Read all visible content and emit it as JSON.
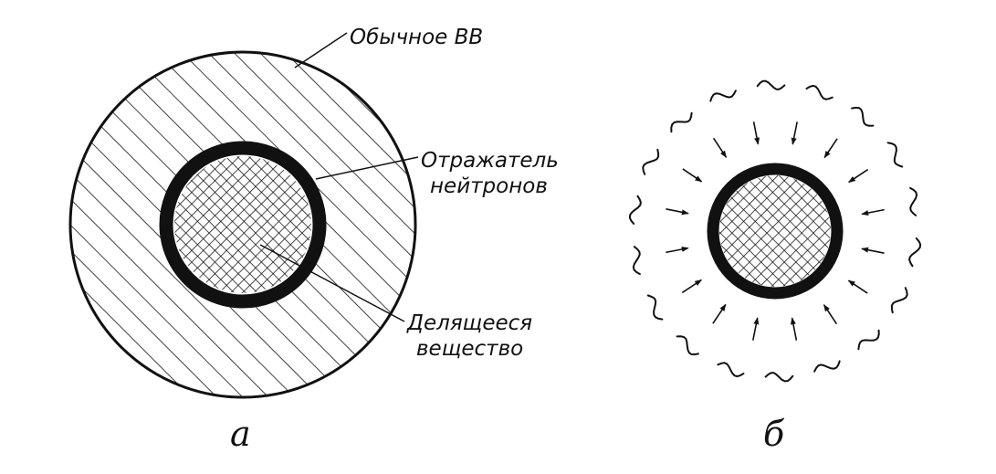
{
  "figure_a": {
    "label_explosive": "Обычное ВВ",
    "label_reflector_line1": "Отражатель",
    "label_reflector_line2": "нейтронов",
    "label_fissile_line1": "Делящееся",
    "label_fissile_line2": "вещество",
    "caption": "а"
  },
  "figure_b": {
    "caption": "б"
  },
  "colors": {
    "ink": "#111111",
    "background": "#ffffff"
  }
}
